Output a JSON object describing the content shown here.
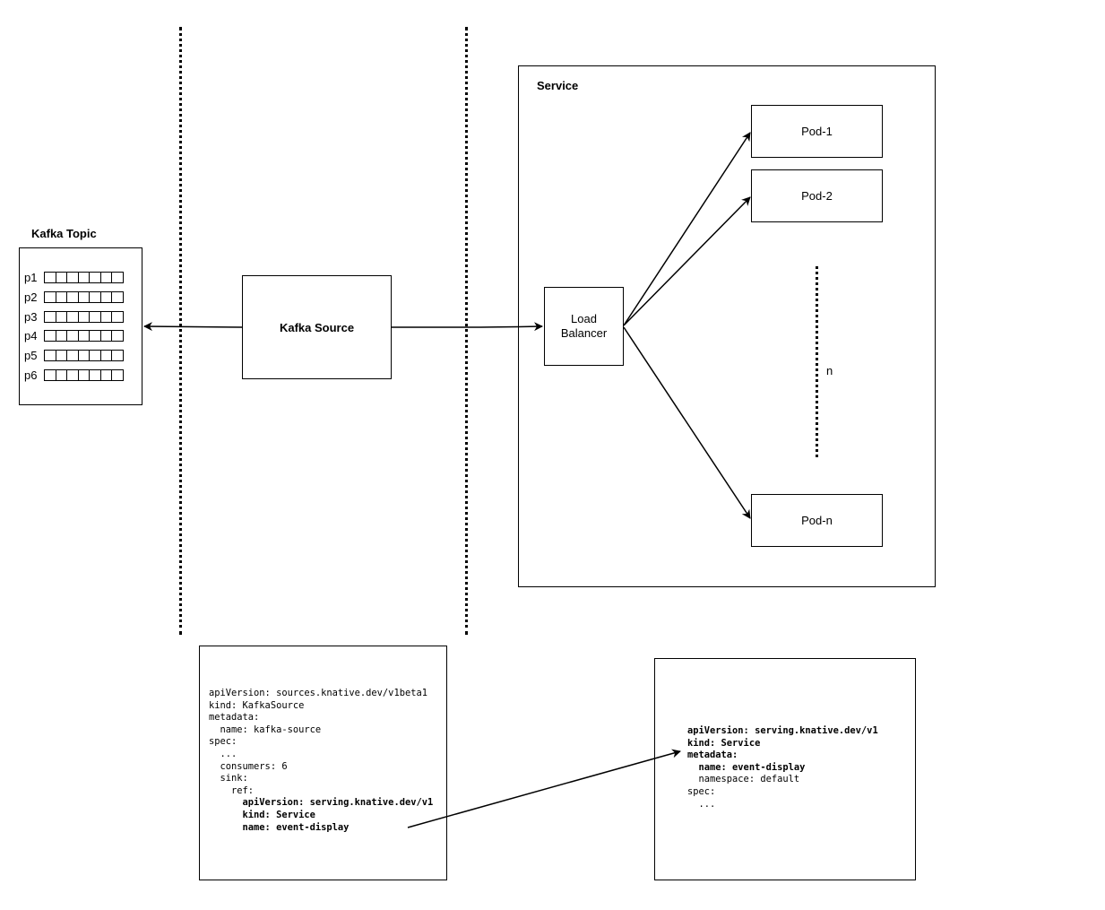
{
  "kafka_topic": {
    "title": "Kafka Topic",
    "partitions": [
      "p1",
      "p2",
      "p3",
      "p4",
      "p5",
      "p6"
    ]
  },
  "kafka_source": {
    "label": "Kafka Source"
  },
  "service": {
    "title": "Service",
    "load_balancer": {
      "line1": "Load",
      "line2": "Balancer"
    },
    "pods": {
      "pod1": "Pod-1",
      "pod2": "Pod-2",
      "podn": "Pod-n"
    },
    "ellipsis_label": "n"
  },
  "source_yaml": {
    "l1": "apiVersion: sources.knative.dev/v1beta1",
    "l2": "kind: KafkaSource",
    "l3": "metadata:",
    "l4": "  name: kafka-source",
    "l5": "spec:",
    "l6": "  ...",
    "l7": "  consumers: 6",
    "l8": "  sink:",
    "l9": "    ref:",
    "l10": "      apiVersion: serving.knative.dev/v1",
    "l11": "      kind: Service",
    "l12": "      name: event-display"
  },
  "service_yaml": {
    "l1": "apiVersion: serving.knative.dev/v1",
    "l2": "kind: Service",
    "l3": "metadata:",
    "l4": "  name: event-display",
    "l5": "  namespace: default",
    "l6": "spec:",
    "l7": "  ..."
  }
}
